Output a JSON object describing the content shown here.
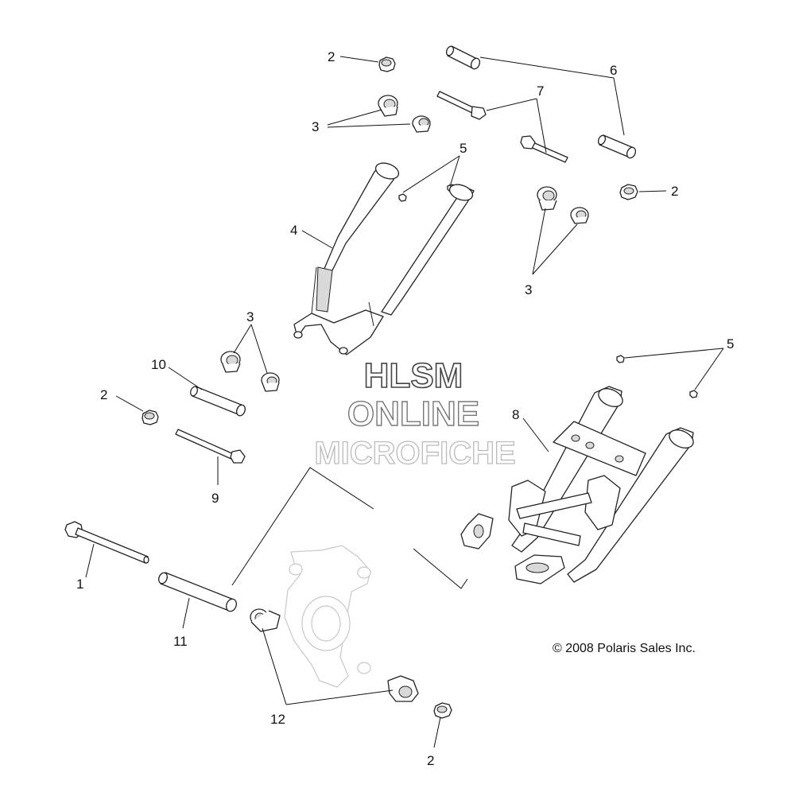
{
  "diagram": {
    "callouts": {
      "c2a": "2",
      "c2b": "2",
      "c2c": "2",
      "c2d": "2",
      "c3a": "3",
      "c3b": "3",
      "c3c": "3",
      "c4": "4",
      "c5a": "5",
      "c5b": "5",
      "c6": "6",
      "c7": "7",
      "c8": "8",
      "c9": "9",
      "c10": "10",
      "c1": "1",
      "c11": "11",
      "c12": "12"
    },
    "watermark": {
      "line1": "HLSM",
      "line2": "ONLINE",
      "line3": "MICROFICHE"
    },
    "copyright": "© 2008 Polaris Sales Inc."
  }
}
